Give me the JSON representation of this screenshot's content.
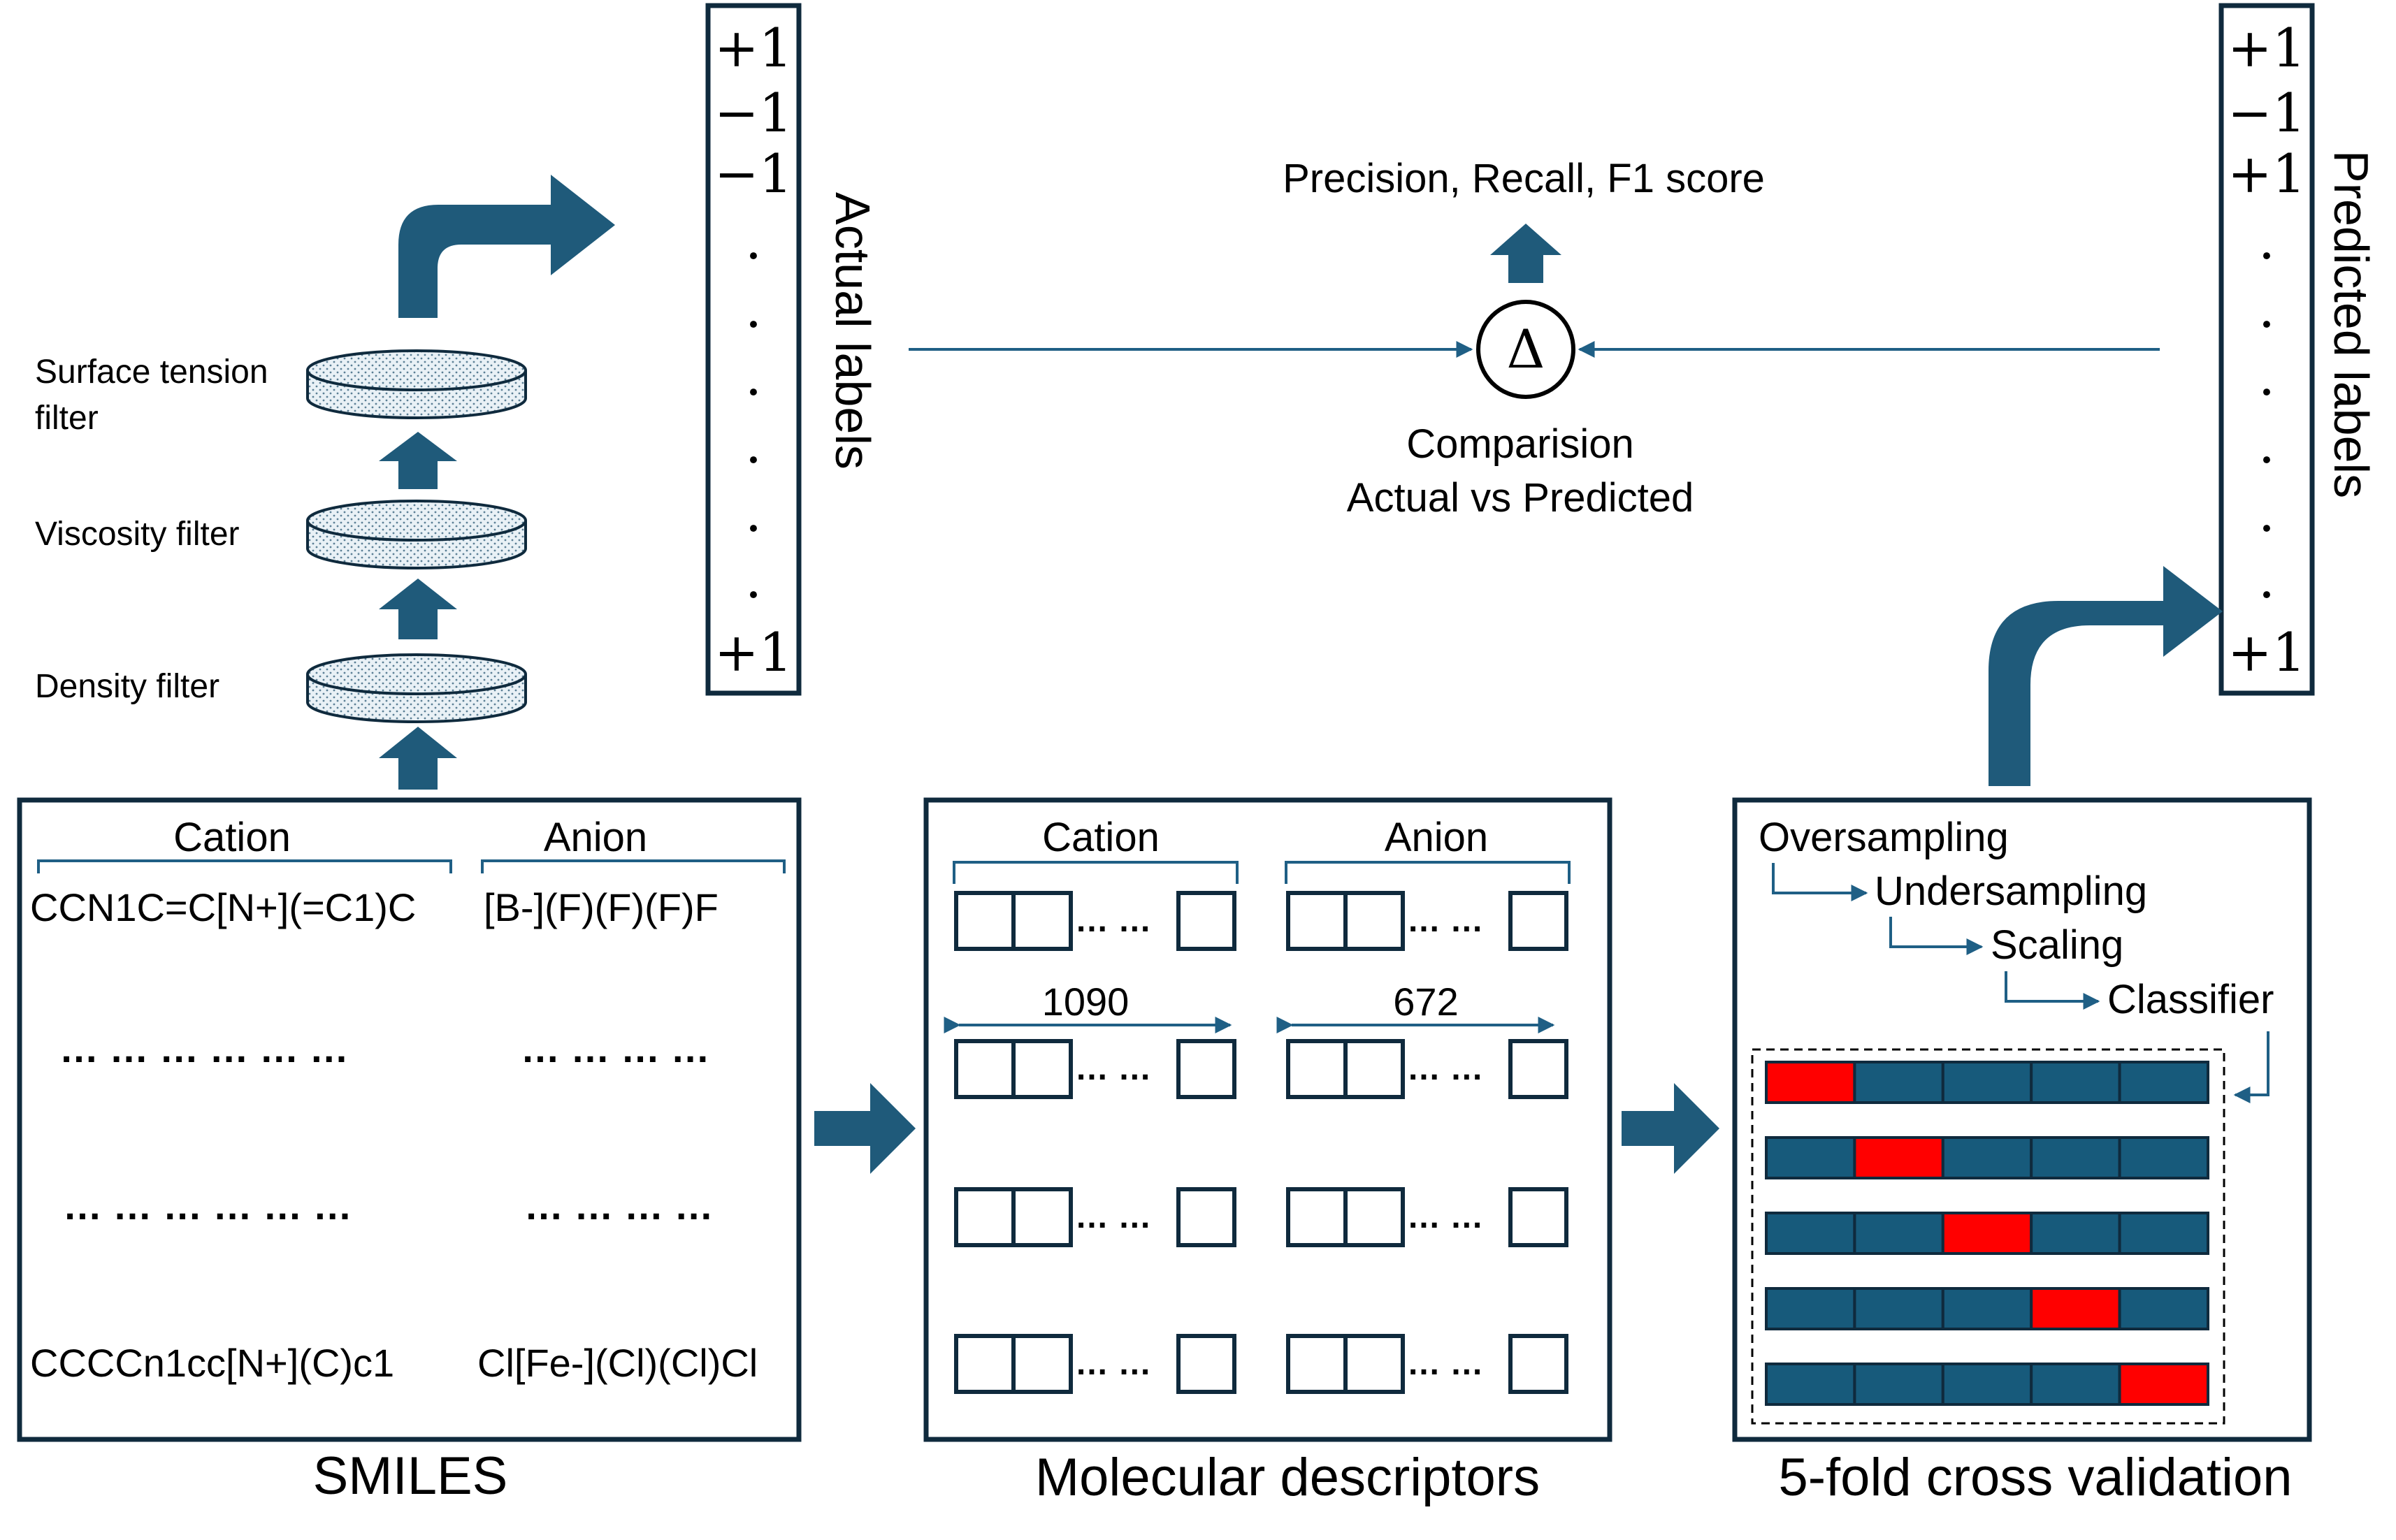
{
  "colors": {
    "box_stroke": "#0f2a3d",
    "arrow_fill": "#1f5a7a",
    "thin_line": "#1f5f85",
    "fold_blue": "#175a7b",
    "fold_red": "#ff0000",
    "filter_fill": "#e9f1f6"
  },
  "filters": {
    "surface_tension_line1": "Surface tension",
    "surface_tension_line2": "filter",
    "viscosity": "Viscosity filter",
    "density": "Density filter"
  },
  "actual_labels": {
    "title": "Actual labels",
    "values": [
      "+1",
      "−1",
      "−1",
      ".",
      ".",
      ".",
      ".",
      ".",
      ".",
      "+1"
    ]
  },
  "predicted_labels": {
    "title": "Predicted labels",
    "values": [
      "+1",
      "−1",
      "+1",
      ".",
      ".",
      ".",
      ".",
      ".",
      ".",
      "+1"
    ]
  },
  "comparison": {
    "metrics": "Precision, Recall, F1 score",
    "symbol": "Δ",
    "line1": "Comparision",
    "line2": "Actual vs Predicted"
  },
  "smiles_panel": {
    "caption": "SMILES",
    "cation_header": "Cation",
    "anion_header": "Anion",
    "row1_cation": "CCN1C=C[N+](=C1)C",
    "row1_anion": "[B-](F)(F)(F)F",
    "ellipsis_cation": "… … … … … …",
    "ellipsis_anion": "… … … …",
    "row2_cation": "CCCCn1cc[N+](C)c1",
    "row2_anion": "Cl[Fe-](Cl)(Cl)Cl"
  },
  "descriptor_panel": {
    "caption": "Molecular descriptors",
    "cation_header": "Cation",
    "anion_header": "Anion",
    "cation_count": "1090",
    "anion_count": "672",
    "dots": "… …"
  },
  "cv_panel": {
    "caption": "5-fold cross validation",
    "steps": [
      "Oversampling",
      "Undersampling",
      "Scaling",
      "Classifier"
    ],
    "folds": 5,
    "fold_highlight": [
      0,
      1,
      2,
      3,
      4
    ]
  }
}
